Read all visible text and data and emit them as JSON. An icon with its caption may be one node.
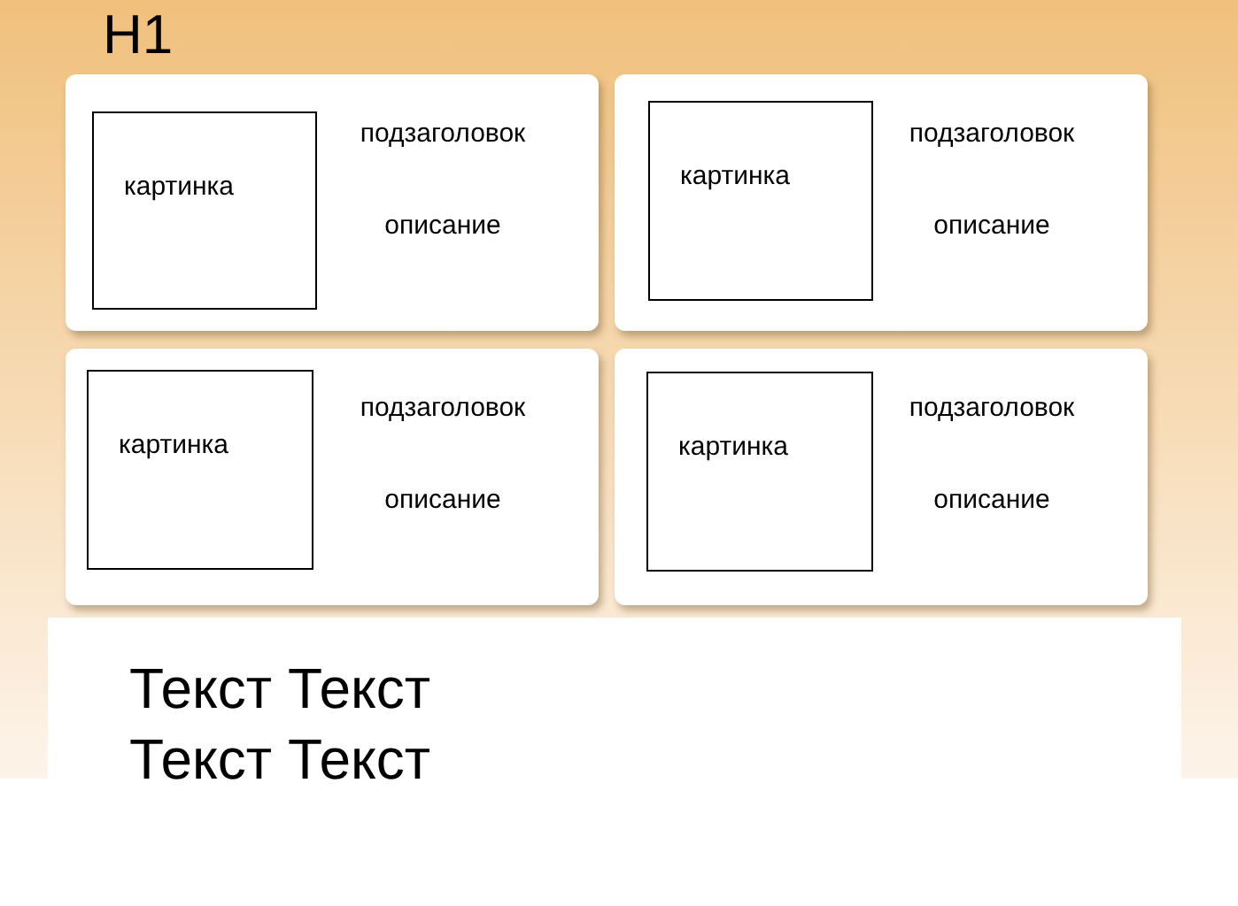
{
  "diagram": {
    "title": "H1",
    "nodes": [
      {
        "text": [
          "подзаголовок",
          "описание"
        ]
      },
      {
        "text": [
          "картинка"
        ],
        "in": 0
      },
      {
        "text": [
          "подзаголовок",
          "описание"
        ]
      },
      {
        "text": [
          "картинка"
        ],
        "in": 2
      },
      {
        "text": [
          "подзаголовок",
          "описание"
        ]
      },
      {
        "text": [
          "картинка"
        ],
        "in": 4
      },
      {
        "text": [
          "подзаголовок",
          "описание"
        ]
      },
      {
        "text": [
          "картинка"
        ],
        "in": 6
      },
      {
        "text": [
          "Текст Текст Текст Текст"
        ]
      }
    ]
  }
}
